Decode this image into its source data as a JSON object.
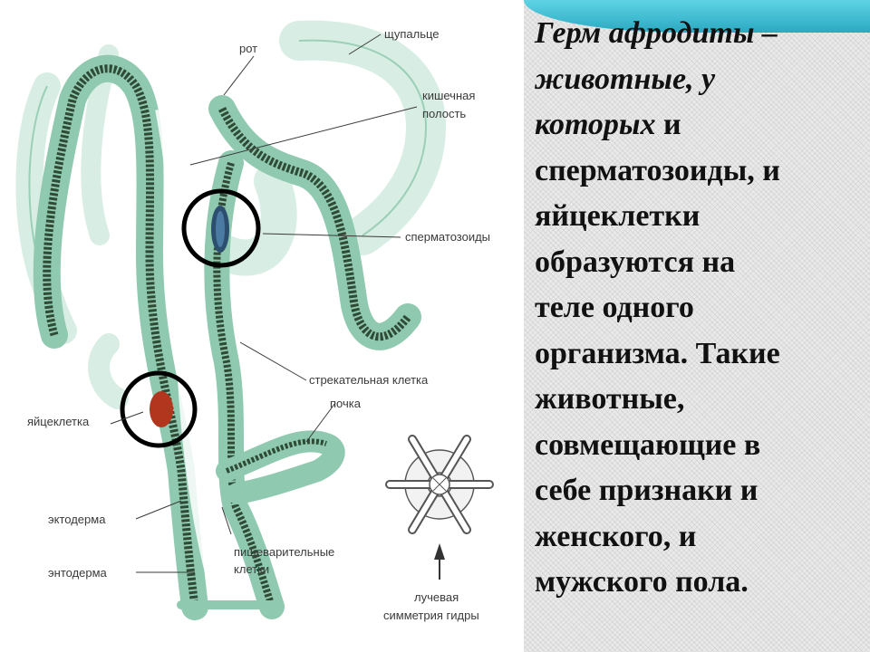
{
  "labels": {
    "mouth": "рот",
    "tentacle": "щупальце",
    "cavity_line1": "кишечная",
    "cavity_line2": "полость",
    "sperm": "сперматозоиды",
    "stinging_cell": "стрекательная клетка",
    "bud": "почка",
    "egg": "яйцеклетка",
    "ectoderm": "эктодерма",
    "endoderm": "энтодерма",
    "digestive_line1": "пищеварительные",
    "digestive_line2": "клетки",
    "symmetry_line1": "лучевая",
    "symmetry_line2": "симметрия гидры"
  },
  "text_panel": {
    "term": "Герм афродиты –",
    "italic_line2": "животные, у",
    "italic_word3": "которых",
    "rest_line3": " и",
    "line4": "сперматозоиды, и",
    "line5": "яйцеклетки",
    "line6": "образуются на",
    "line7": "теле одного",
    "line8": "организма. Такие",
    "line9": "животные,",
    "line10": "совмещающие в",
    "line11": "себе признаки и",
    "line12": "женского, и",
    "line13": "мужского пола."
  },
  "colors": {
    "body_fill": "#d8ede3",
    "outer_wall": "#8fc9b0",
    "inner_wall": "#2f4a35",
    "highlight_circle": "#000000",
    "egg": "#b2361e",
    "panel_tab": "#37b6cc"
  }
}
